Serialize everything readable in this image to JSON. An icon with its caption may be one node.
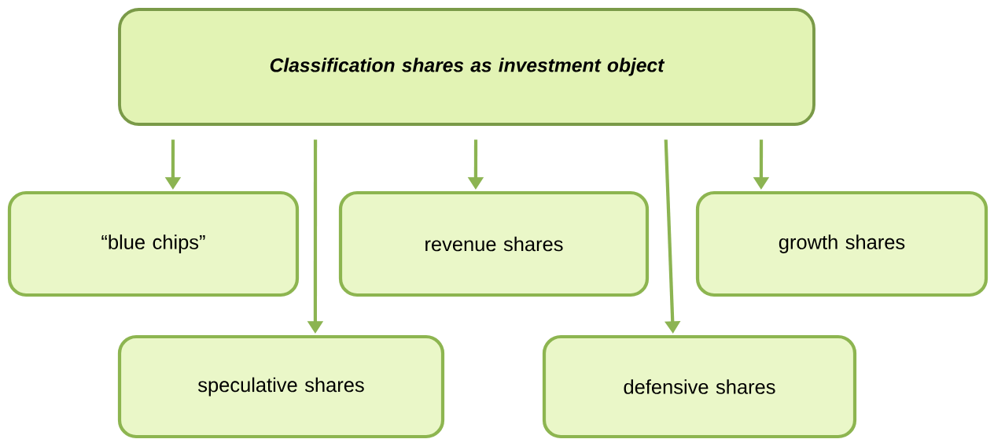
{
  "diagram": {
    "nodes": [
      {
        "text": [
          "Classification shares as investment object"
        ]
      },
      {
        "text": [
          "“blue chips”"
        ]
      },
      {
        "text": [
          "revenue shares"
        ]
      },
      {
        "text": [
          "growth shares"
        ]
      },
      {
        "text": [
          "speculative shares"
        ]
      },
      {
        "text": [
          "defensive shares"
        ]
      }
    ],
    "edges": [
      {
        "from": 0,
        "to": 1,
        "arrow": "to"
      },
      {
        "from": 0,
        "to": 4,
        "arrow": "to"
      },
      {
        "from": 0,
        "to": 2,
        "arrow": "to"
      },
      {
        "from": 0,
        "to": 5,
        "arrow": "to"
      },
      {
        "from": 0,
        "to": 3,
        "arrow": "to"
      }
    ]
  }
}
